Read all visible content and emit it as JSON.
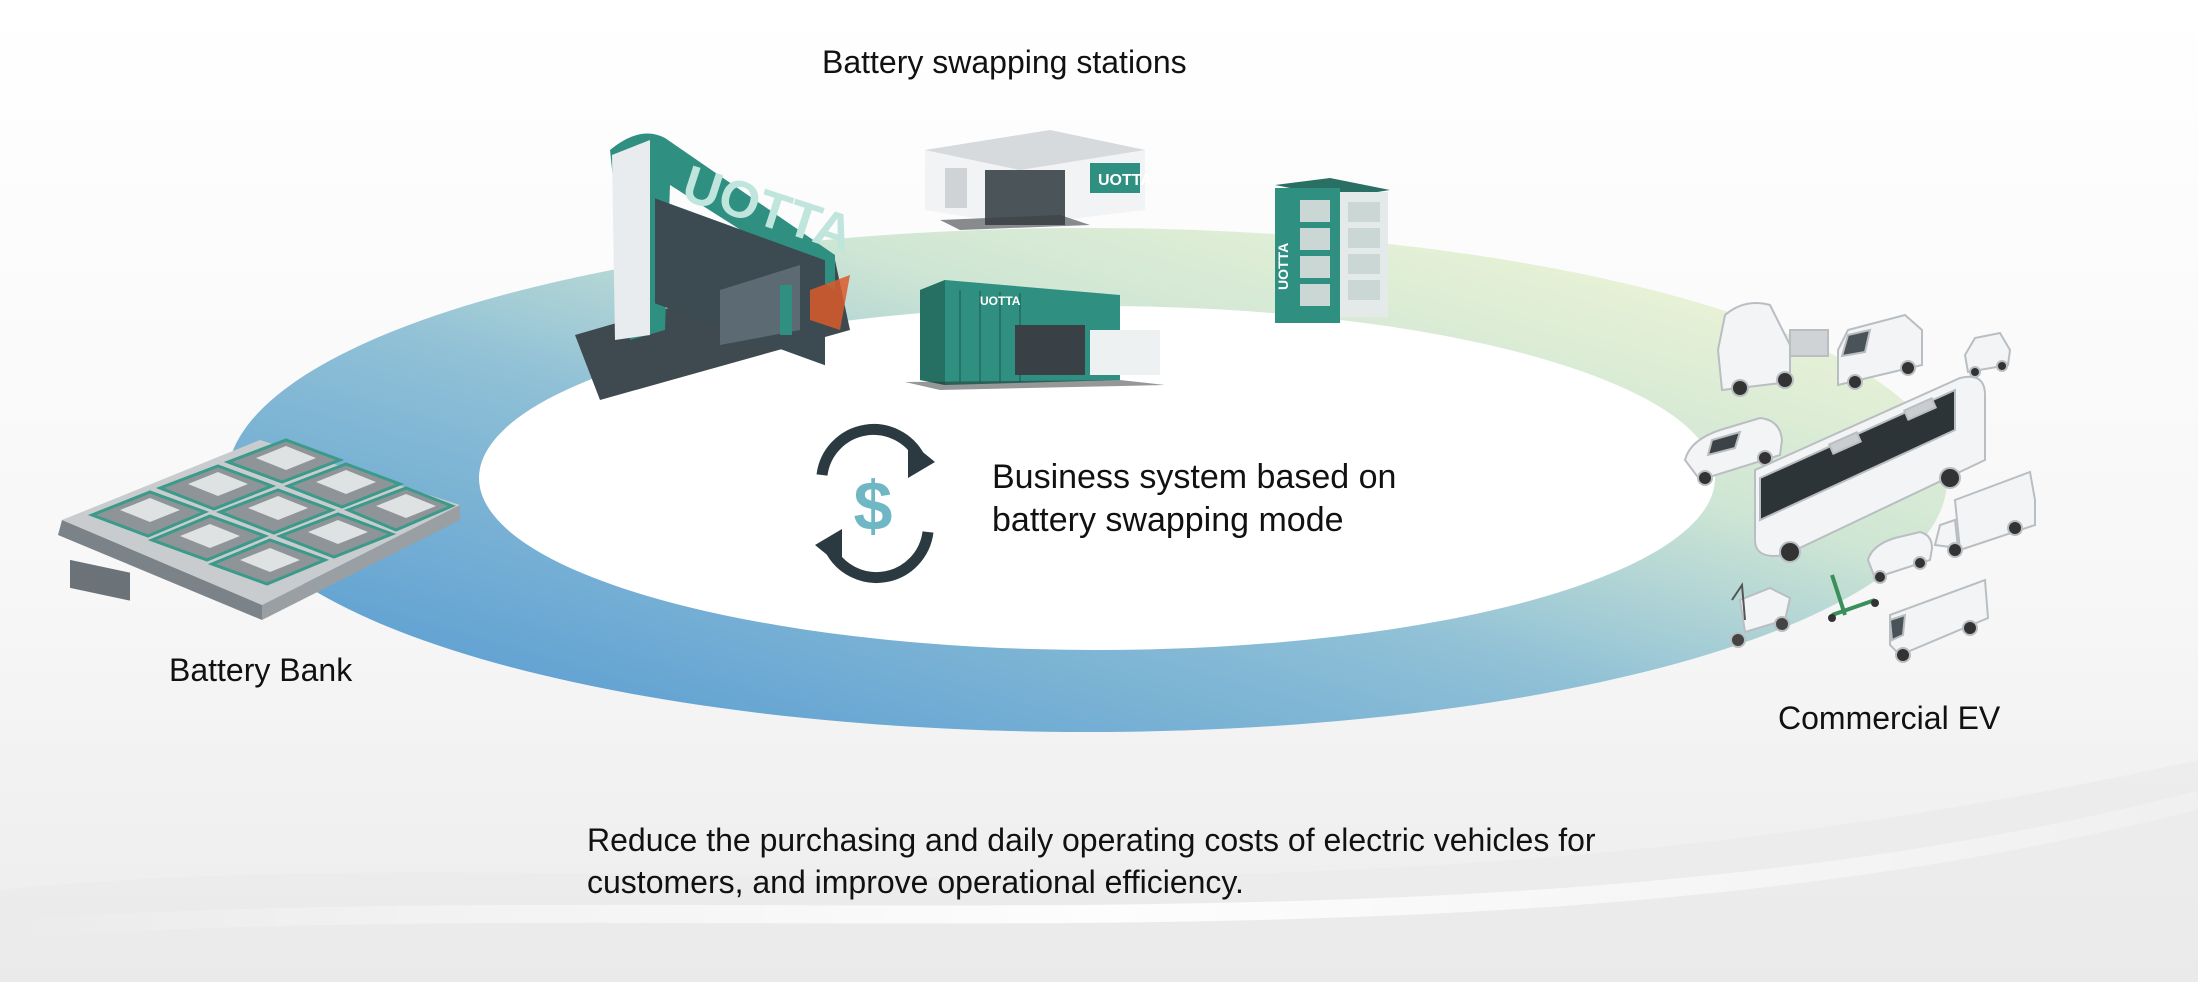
{
  "labels": {
    "stations": "Battery swapping stations",
    "bank": "Battery Bank",
    "ev": "Commercial EV",
    "center_line1": "Business system based on",
    "center_line2": "battery swapping mode",
    "bottom_line1": "Reduce the purchasing and daily operating costs of electric vehicles for",
    "bottom_line2": "customers, and improve operational efficiency."
  },
  "brand": {
    "logo_text": "UOTTA",
    "accent": "#2f8f80",
    "dark": "#2b3a40",
    "ring_blue": "#6aa8d4",
    "ring_green": "#d8ebc7"
  },
  "icons": {
    "center": "dollar-refresh-icon"
  }
}
